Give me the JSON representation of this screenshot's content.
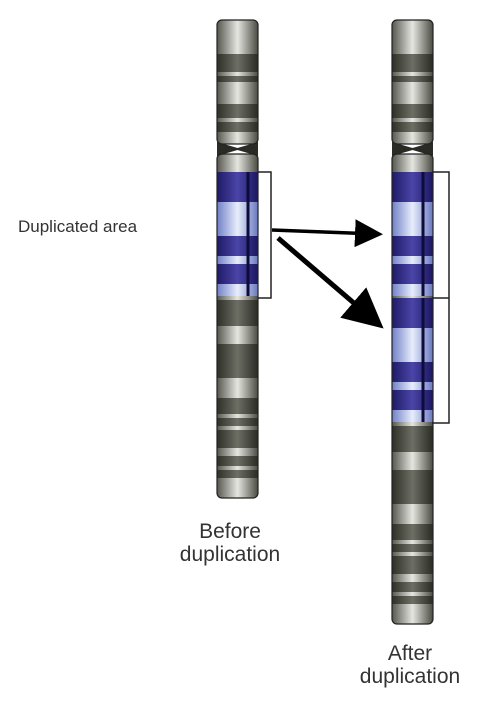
{
  "labels": {
    "duplicated_area": "Duplicated area",
    "before_line1": "Before",
    "before_line2": "duplication",
    "after_line1": "After",
    "after_line2": "duplication"
  },
  "colors": {
    "dark_band": "#3f4037",
    "light_band": "#ecece8",
    "duplicated_dark": "#2e2a80",
    "duplicated_light": "#c9d3f2",
    "outline": "#222222",
    "arrow": "#000000"
  },
  "chromosomes": [
    {
      "name": "before-duplication-chromosome"
    },
    {
      "name": "after-duplication-chromosome"
    }
  ]
}
